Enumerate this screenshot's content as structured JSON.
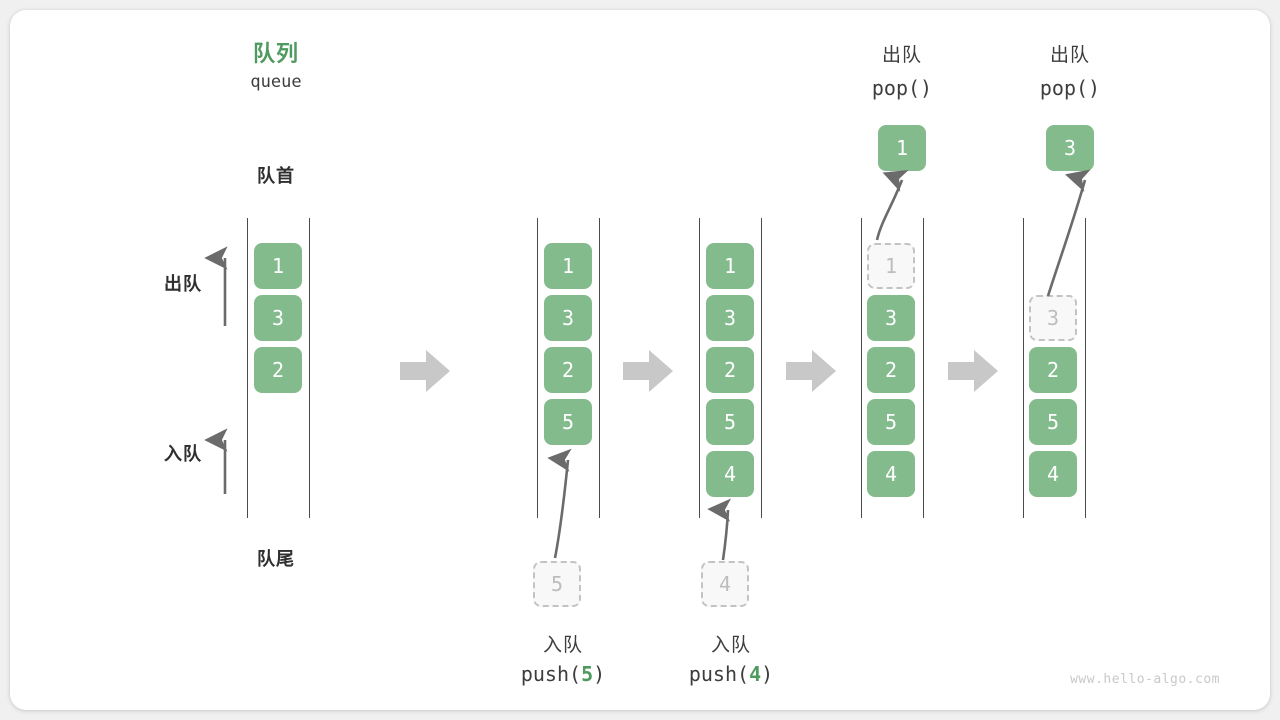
{
  "diagram": {
    "title_cn": "队列",
    "title_en": "queue",
    "front_label": "队首",
    "rear_label": "队尾",
    "dequeue_label": "出队",
    "enqueue_label": "入队",
    "watermark": "www.hello-algo.com",
    "accent_color": "#4e9a5f",
    "box_color": "#84bb8d",
    "ghost_color": "#f8f8f8",
    "arrow_color": "#c8c8c8"
  },
  "steps": [
    {
      "id": "initial",
      "header_cn": "",
      "header_code": "",
      "items": [
        "1",
        "3",
        "2"
      ],
      "ghost_index": -1,
      "popped": null,
      "pushed": null,
      "caption_cn": "",
      "caption_code": "",
      "caption_arg": ""
    },
    {
      "id": "push-5",
      "header_cn": "",
      "header_code": "",
      "items": [
        "1",
        "3",
        "2",
        "5"
      ],
      "ghost_index": -1,
      "popped": null,
      "pushed": "5",
      "caption_cn": "入队",
      "caption_code": "push(",
      "caption_arg": "5"
    },
    {
      "id": "push-4",
      "header_cn": "",
      "header_code": "",
      "items": [
        "1",
        "3",
        "2",
        "5",
        "4"
      ],
      "ghost_index": -1,
      "popped": null,
      "pushed": "4",
      "caption_cn": "入队",
      "caption_code": "push(",
      "caption_arg": "4"
    },
    {
      "id": "pop-1",
      "header_cn": "出队",
      "header_code": "pop()",
      "items": [
        "1",
        "3",
        "2",
        "5",
        "4"
      ],
      "ghost_index": 0,
      "popped": "1",
      "pushed": null,
      "caption_cn": "",
      "caption_code": "",
      "caption_arg": ""
    },
    {
      "id": "pop-3",
      "header_cn": "出队",
      "header_code": "pop()",
      "items": [
        "3",
        "2",
        "5",
        "4"
      ],
      "ghost_index": 0,
      "popped": "3",
      "pushed": null,
      "caption_cn": "",
      "caption_code": "",
      "caption_arg": ""
    }
  ]
}
